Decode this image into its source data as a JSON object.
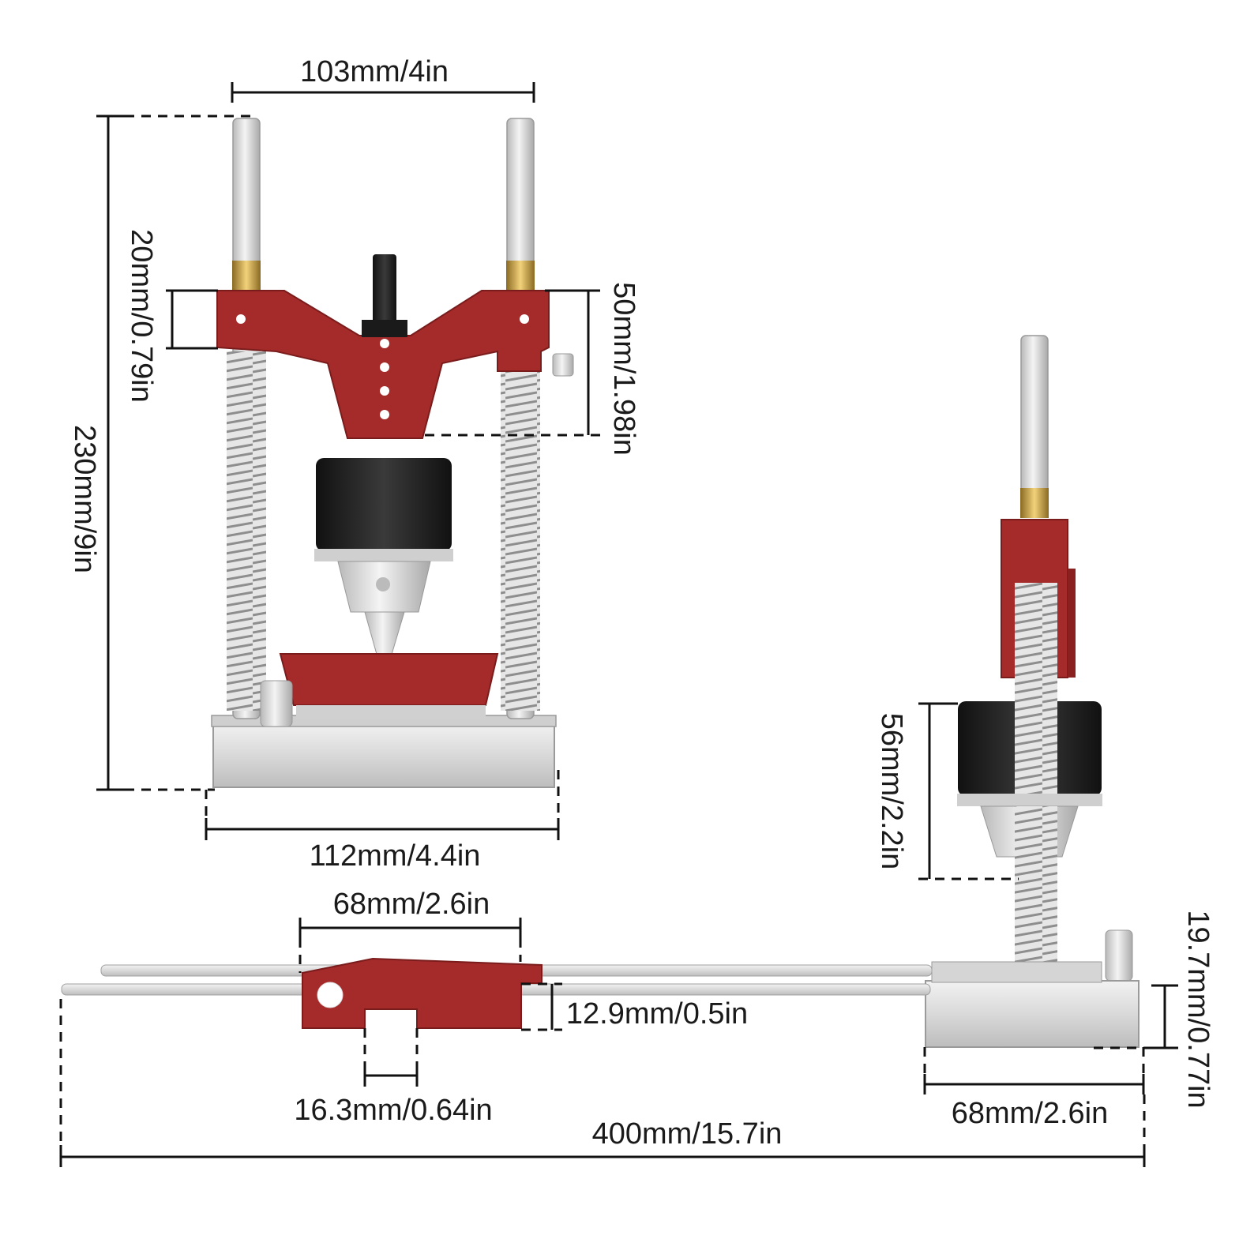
{
  "colors": {
    "red": "#a52a2a",
    "red_dark": "#7a1c1c",
    "steel": "#d8d8d8",
    "black": "#1f1f1f",
    "brass": "#c9a44a"
  },
  "dimensions": {
    "top_width": "103mm/4in",
    "total_height": "230mm/9in",
    "collar_height": "20mm/0.79in",
    "carriage_height": "50mm/1.98in",
    "base_width": "112mm/4.4in",
    "chuck_height": "56mm/2.2in",
    "guide_width": "68mm/2.6in",
    "guide_height": "12.9mm/0.5in",
    "slot_width": "16.3mm/0.64in",
    "base_block_height": "19.7mm/0.77in",
    "base_block_width": "68mm/2.6in",
    "total_length": "400mm/15.7in"
  }
}
